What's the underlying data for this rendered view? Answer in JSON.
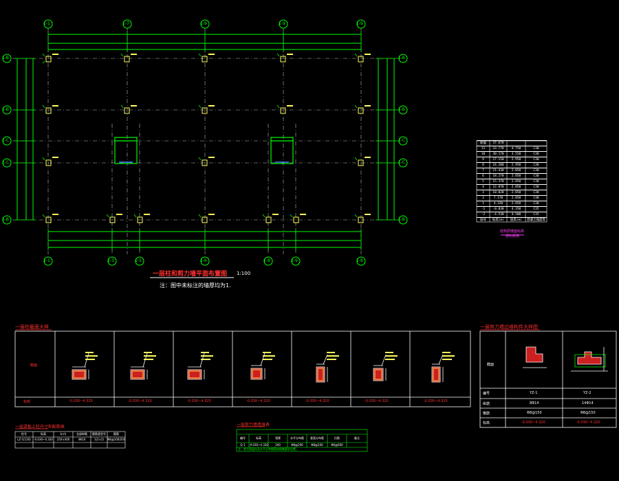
{
  "drawing": {
    "plan_title": "一层柱和剪力墙平面布置图",
    "plan_scale": "1:100",
    "plan_note": "注：图中未标注的墙厚均为1.",
    "column_section_title": "一层柱截面大样",
    "wall_section_title": "一层剪力墙边缘构件大样图",
    "column_table_title": "一层梁板上柱尺寸和配筋表",
    "wall_table_title": "一层剪力墙墙身表",
    "elevation_table_title": "结构层楼面标高",
    "elevation_subtitle": "结构层高"
  },
  "axes": {
    "top": [
      "1-1",
      "1-7",
      "1-9",
      "1-9",
      "1-9"
    ],
    "bottom": [
      "1-1",
      "1-3",
      "1-5",
      "1-6",
      "1-8",
      "1-9",
      "1-8"
    ],
    "left": [
      "1-B",
      "1-B",
      "1-C",
      "1-C",
      "1-B"
    ],
    "right": [
      "1-B",
      "1-B",
      "1-C",
      "1-C",
      "1-B"
    ]
  },
  "elevation_table": {
    "header": [
      "屋面",
      "37.670",
      "",
      ""
    ],
    "rows": [
      [
        "11",
        "33.770",
        "4.750",
        "C30"
      ],
      [
        "10",
        "30.170",
        "3.550",
        "C30"
      ],
      [
        "9",
        "27.150",
        "2.950",
        "C30"
      ],
      [
        "8",
        "24.200",
        "2.950",
        "C30"
      ],
      [
        "7",
        "21.430",
        "2.850",
        "C30"
      ],
      [
        "6",
        "18.270",
        "2.850",
        "C30"
      ],
      [
        "5",
        "15.370",
        "2.850",
        "C30"
      ],
      [
        "4",
        "12.870",
        "2.850",
        "C30"
      ],
      [
        "3",
        "10.020",
        "2.850",
        "C30"
      ],
      [
        "2",
        "7.170",
        "2.850",
        "C30"
      ],
      [
        "1",
        "4.320",
        "2.850",
        "C30"
      ],
      [
        "-1",
        "-0.030",
        "4.350",
        "C35"
      ],
      [
        "-2",
        "-4.530",
        "4.500",
        "C35"
      ]
    ],
    "footer": [
      "层号",
      "标高(m)",
      "层高(m)",
      "混凝土强度等级"
    ]
  },
  "column_details": {
    "row_label_top": "截面",
    "row_label_bottom": "标高",
    "elevations": [
      "-0.030~4.320",
      "-0.030~4.320",
      "-0.030~4.320",
      "-0.030~4.320",
      "-0.030~4.320",
      "-0.030~4.320",
      "-0.030~4.320"
    ]
  },
  "wall_details": {
    "row_labels": [
      "截面",
      "编号",
      "纵筋",
      "箍筋",
      "标高"
    ],
    "col1": [
      "YZ-1",
      "8Φ14",
      "Φ8@150",
      "-0.030~4.320"
    ],
    "col2": [
      "YZ-2",
      "14Φ14",
      "Φ8@150",
      "-0.030~4.320"
    ]
  },
  "column_table": {
    "headers": [
      "柱号",
      "标高",
      "b×h",
      "全部纵筋",
      "箍筋类型号",
      "箍筋"
    ],
    "row": [
      "LZ-1(130)",
      "-0.030~4.320",
      "250×400",
      "4Φ16",
      "1(2×2)",
      "Φ8@100/200"
    ]
  },
  "wall_table": {
    "headers": [
      "编号",
      "标高",
      "墙厚",
      "水平分布筋",
      "垂直分布筋",
      "拉筋",
      "备注"
    ],
    "row": [
      "Q-1",
      "-0.030~4.320",
      "200",
      "Φ8@200",
      "Φ8@200",
      "Φ6@600",
      ""
    ],
    "note": "注：剪力墙竖向及水平分布钢筋按图集要求设置。"
  },
  "colors": {
    "grid": "#00ff00",
    "axis_line": "#ffffff",
    "title_red": "#ff3030",
    "section_fill": "#cc2020",
    "label_yellow": "#ffff60",
    "line_magenta": "#ff40ff"
  }
}
